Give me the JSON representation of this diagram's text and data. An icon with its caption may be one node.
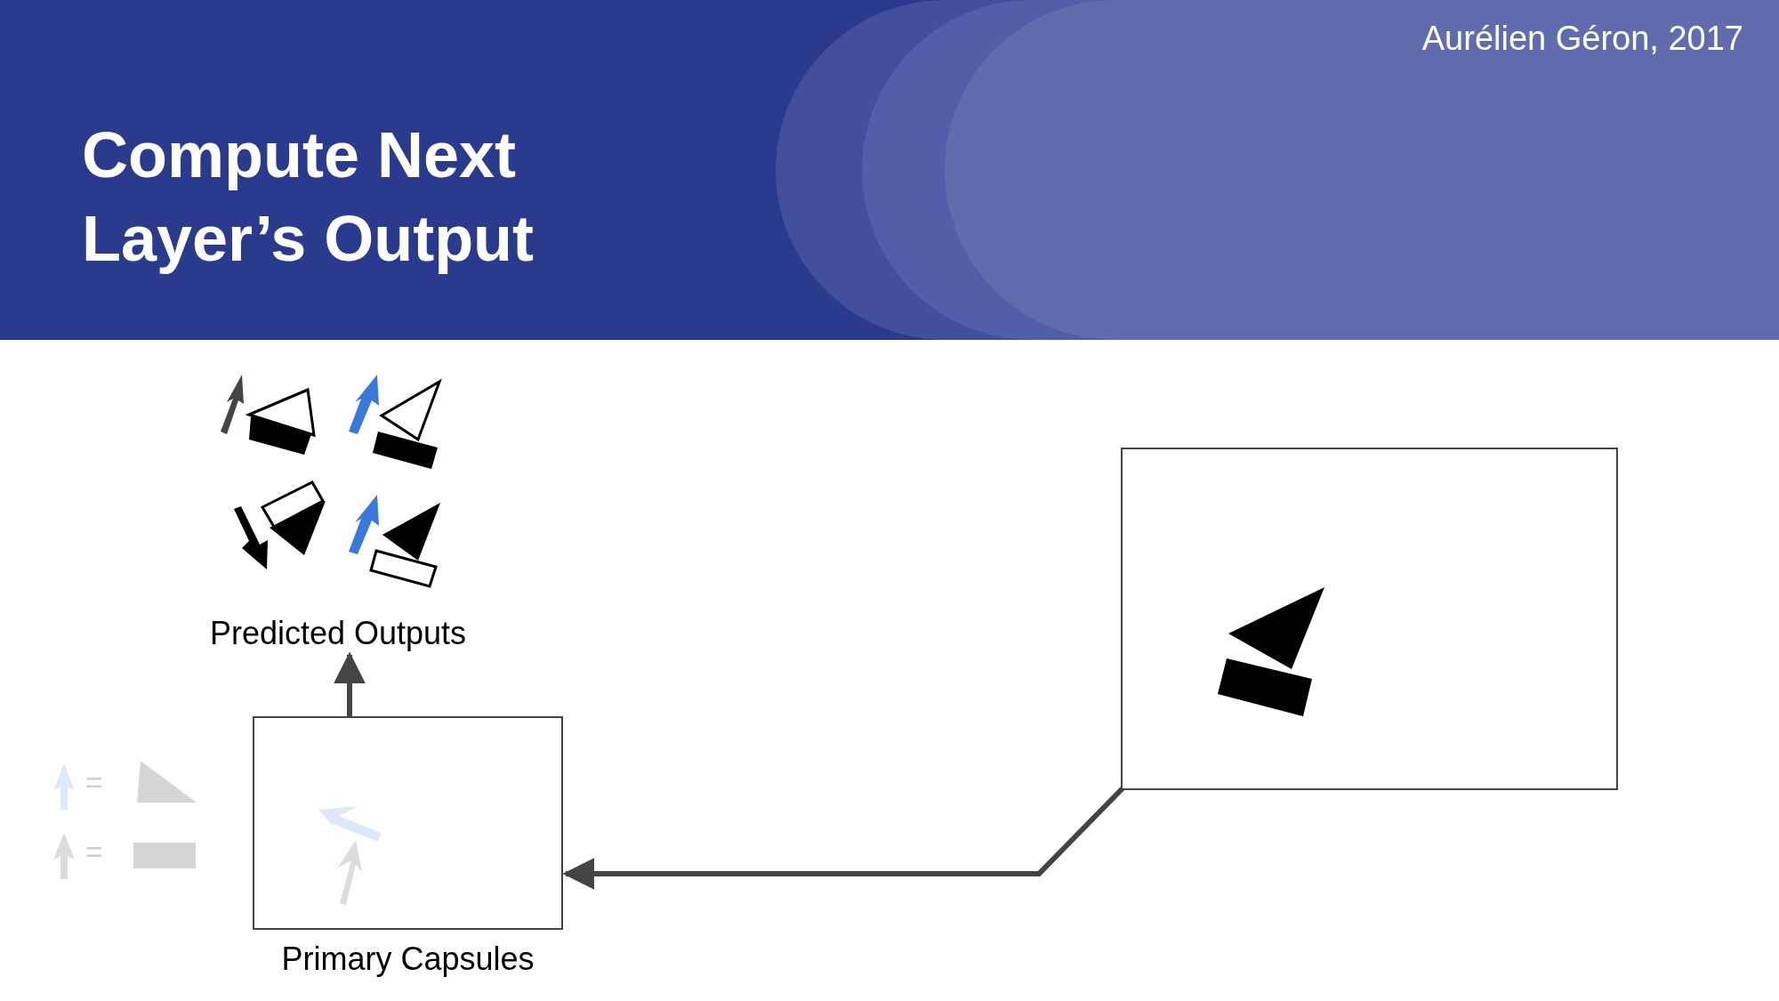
{
  "diagram": {
    "title": "Compute Next Layer’s Output",
    "nodes": [
      {
        "text": [
          "Predicted Outputs"
        ]
      },
      {
        "text": [
          "Primary Capsules"
        ]
      },
      {
        "text": [],
        "shape": "box"
      }
    ],
    "edges": [
      {
        "from": 2,
        "to": 1,
        "arrow": "to"
      },
      {
        "from": 1,
        "to": 0,
        "arrow": "to"
      }
    ],
    "labels": [
      "Aurélien Géron, 2017",
      "=",
      "="
    ]
  }
}
